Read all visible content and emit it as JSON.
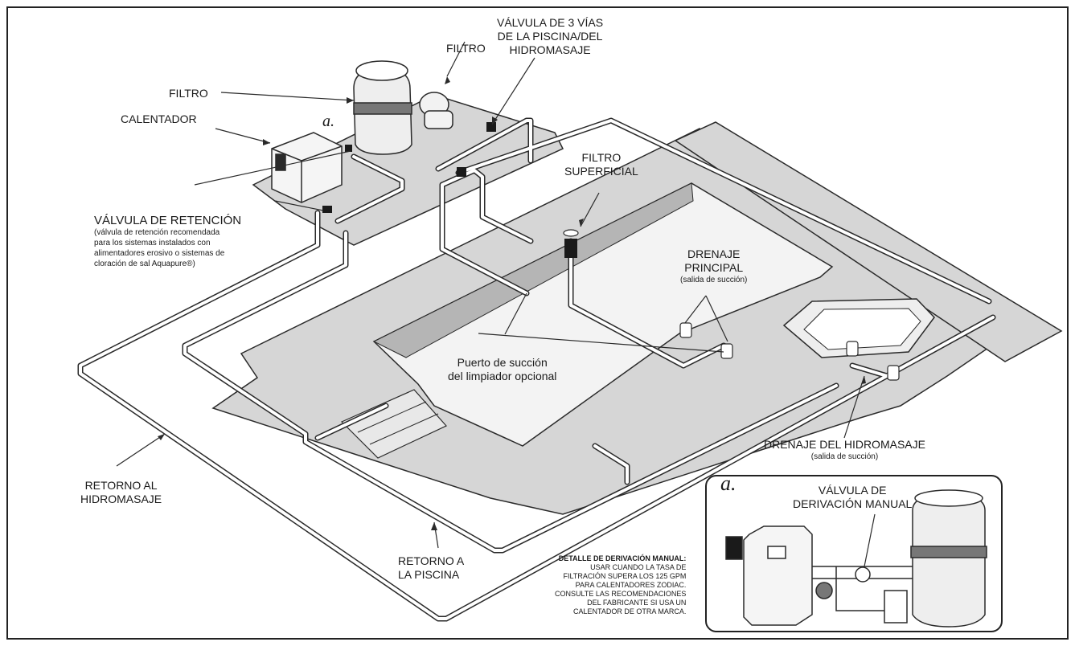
{
  "labels": {
    "valve3way": [
      "VÁLVULA DE 3 VÍAS",
      "DE LA PISCINA/DEL",
      "HIDROMASAJE"
    ],
    "filter_top": "FILTRO",
    "filter_left": "FILTRO",
    "heater": "CALENTADOR",
    "skimmer": [
      "FILTRO",
      "SUPERFICIAL"
    ],
    "check_valve_title": "VÁLVULA DE RETENCIÓN",
    "check_valve_note": [
      "(válvula de retención recomendada",
      "para los sistemas instalados con",
      "alimentadores erosivo o sistemas de",
      "cloración de sal Aquapure®)"
    ],
    "main_drain": [
      "DRENAJE",
      "PRINCIPAL"
    ],
    "main_drain_sub": "(salida de succión)",
    "cleaner_port": [
      "Puerto de succión",
      "del limpiador opcional"
    ],
    "spa_drain": "DRENAJE DEL HIDROMASAJE",
    "spa_drain_sub": "(salida de succión)",
    "return_spa": [
      "RETORNO AL",
      "HIDROMASAJE"
    ],
    "return_pool": [
      "RETORNO A",
      "LA PISCINA"
    ],
    "detail_marker": "a.",
    "inset_marker": "a.",
    "bypass_valve": [
      "VÁLVULA DE",
      "DERIVACIÓN MANUAL"
    ],
    "bypass_detail": [
      "DETALLE DE DERIVACIÓN MANUAL:",
      "USAR CUANDO LA TASA DE",
      "FILTRACIÓN SUPERA LOS 125 GPM",
      "PARA CALENTADORES ZODIAC.",
      "CONSULTE LAS RECOMENDACIONES",
      "DEL FABRICANTE SI USA UN",
      "CALENTADOR DE OTRA MARCA."
    ]
  },
  "colors": {
    "deck": "#d6d6d6",
    "pool_wall": "#b5b5b5",
    "outline": "#2a2a2a",
    "pipe": "#ffffff"
  }
}
